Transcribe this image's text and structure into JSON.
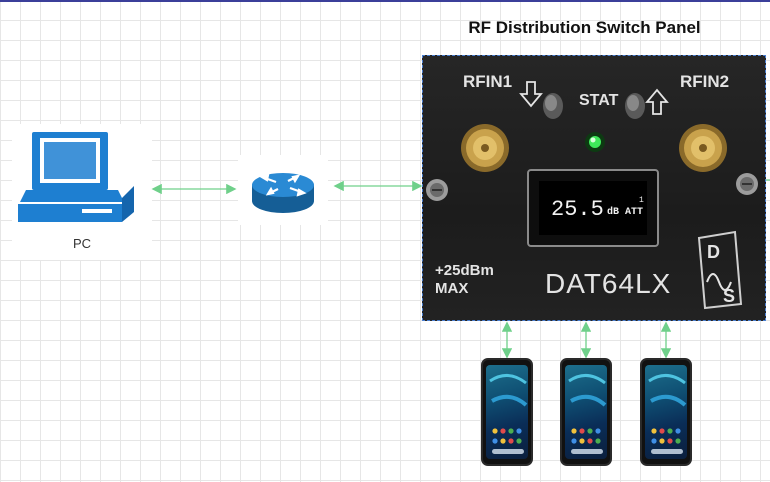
{
  "title": "RF Distribution Switch Panel",
  "pc": {
    "label": "PC"
  },
  "panel": {
    "rf_in_1": "RFIN1",
    "rf_in_2": "RFIN2",
    "stat": "STAT",
    "display_value": "25.5",
    "display_unit": "dB ATT",
    "display_channel": "1",
    "max_power_line1": "+25dBm",
    "max_power_line2": "MAX",
    "model": "DAT64LX",
    "logo_letters": [
      "D",
      "S"
    ]
  },
  "colors": {
    "connector_line": "#6fd08a",
    "router": "#1f77b4",
    "pc": "#1e7fd1",
    "panel_border": "#4a7fd1"
  }
}
